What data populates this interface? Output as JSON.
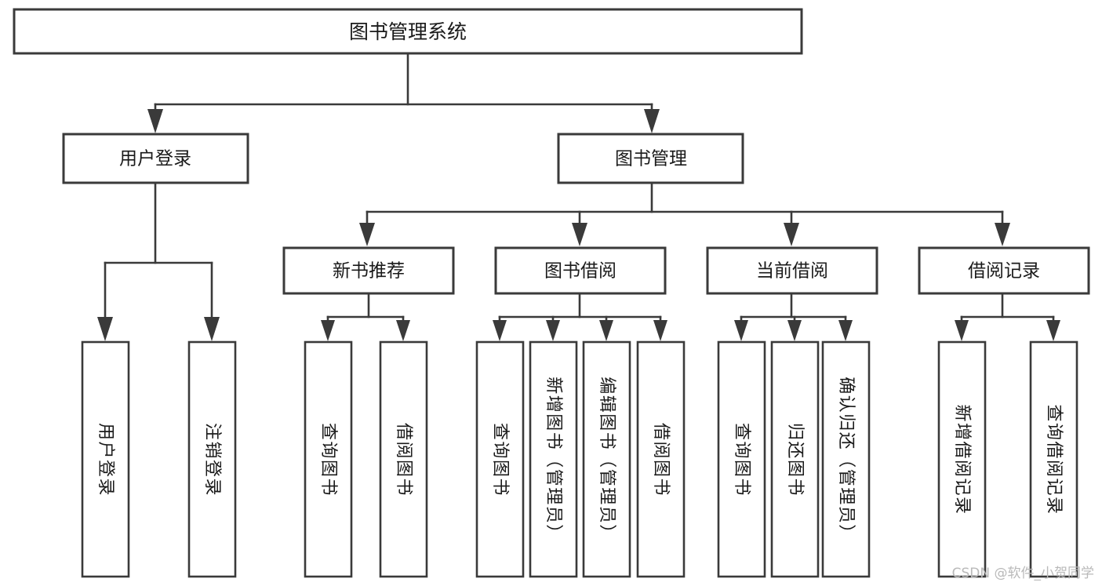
{
  "diagram": {
    "title": "图书管理系统",
    "watermark": "CSDN @软件_小贺同学",
    "colors": {
      "stroke": "#3a3a3a",
      "fill": "#ffffff",
      "text": "#1a1a1a",
      "watermark": "#b9b9b9",
      "background": "#ffffff"
    },
    "root": {
      "label": "图书管理系统"
    },
    "level2": [
      {
        "label": "用户登录"
      },
      {
        "label": "图书管理"
      }
    ],
    "level3": [
      {
        "label": "新书推荐"
      },
      {
        "label": "图书借阅"
      },
      {
        "label": "当前借阅"
      },
      {
        "label": "借阅记录"
      }
    ],
    "leaves": {
      "user_login": [
        {
          "label": "用户登录"
        },
        {
          "label": "注销登录"
        }
      ],
      "new_book_recommend": [
        {
          "label": "查询图书"
        },
        {
          "label": "借阅图书"
        }
      ],
      "book_borrow": [
        {
          "label": "查询图书"
        },
        {
          "label": "新增图书（管理员）"
        },
        {
          "label": "编辑图书（管理员）"
        },
        {
          "label": "借阅图书"
        }
      ],
      "current_borrow": [
        {
          "label": "查询图书"
        },
        {
          "label": "归还图书"
        },
        {
          "label": "确认归还（管理员）"
        }
      ],
      "borrow_records": [
        {
          "label": "新增借阅记录"
        },
        {
          "label": "查询借阅记录"
        }
      ]
    }
  }
}
